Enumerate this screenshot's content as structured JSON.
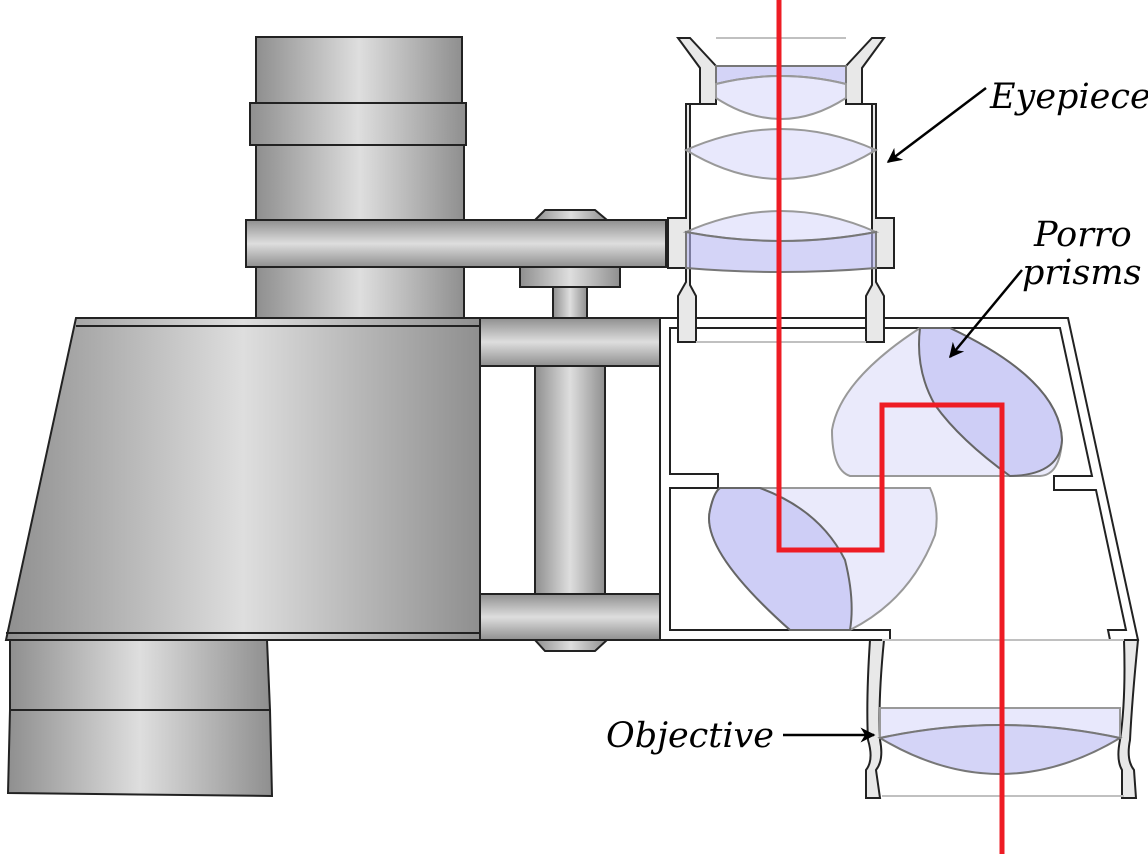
{
  "labels": {
    "eyepiece": "Eyepiece",
    "porro_line1": "Porro",
    "porro_line2": "prisms",
    "objective": "Objective"
  },
  "colors": {
    "light_ray": "#ee1c24",
    "glass": "#b7b7f2",
    "metal_dark": "#8f8f8f",
    "metal_light": "#dedede"
  }
}
